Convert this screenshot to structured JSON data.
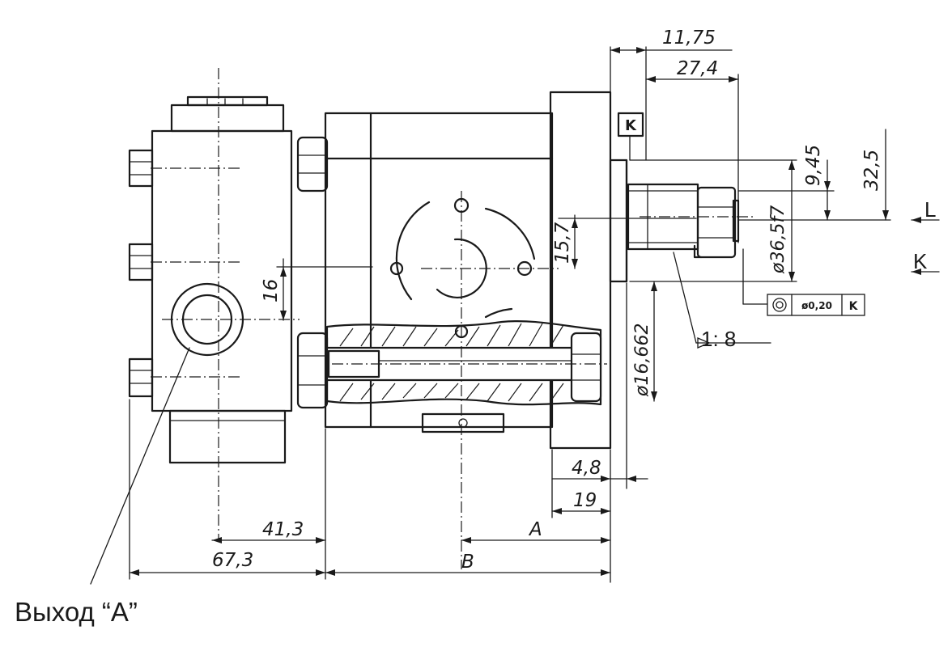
{
  "drawing": {
    "dimensions": {
      "d_11_75": "11,75",
      "d_27_4": "27,4",
      "d_9_45": "9,45",
      "d_32_5": "32,5",
      "d_phi36": "ø36,5f7",
      "d_15_7": "15,7",
      "d_16": "16",
      "d_phi16": "ø16,662",
      "d_4_8": "4,8",
      "d_19": "19",
      "d_41_3": "41,3",
      "d_67_3": "67,3",
      "d_A": "A",
      "d_B": "B"
    },
    "datum_K": "K",
    "label_L": "L",
    "label_K": "K",
    "taper": "1: 8",
    "tolerance": {
      "value": "ø0,20",
      "datum": "K"
    },
    "caption": "Выход “A”"
  }
}
